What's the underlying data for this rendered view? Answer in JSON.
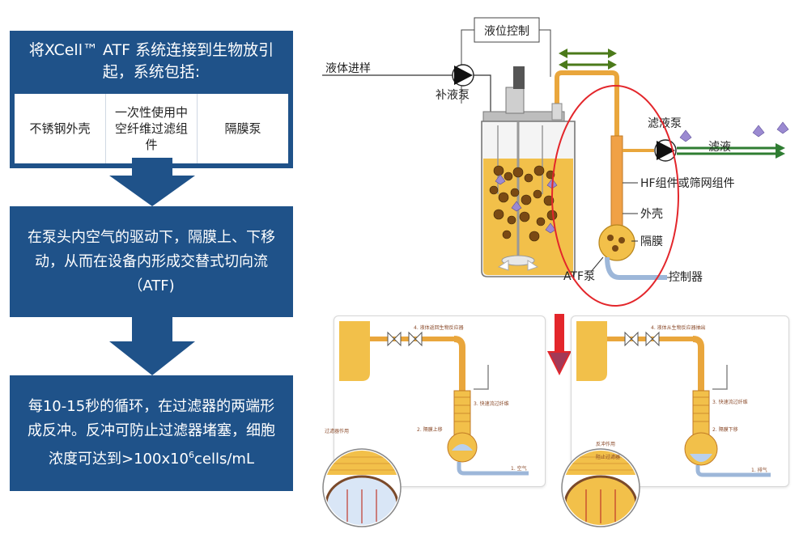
{
  "flow": {
    "step1": {
      "title": "将XCell™ ATF 系统连接到生物放引起，系统包括:",
      "components": [
        "不锈钢外壳",
        "一次性使用中空纤维过滤组件",
        "隔膜泵"
      ]
    },
    "step2": "在泵头内空气的驱动下，隔膜上、下移动，从而在设备内形成交替式切向流（ATF)",
    "step3": {
      "text_a": "每10-15秒的循环，在过滤器的两端形成反冲。反冲可防止过滤器堵塞，细胞浓度可达到>100x10",
      "superscript": "6",
      "text_b": "cells/mL"
    }
  },
  "schematic": {
    "level_control": "液位控制",
    "liquid_feed": "液体进样",
    "feed_pump": "补液泵",
    "filtrate_pump": "滤液泵",
    "filtrate": "滤液",
    "hf_module": "HF组件或筛网组件",
    "housing": "外壳",
    "diaphragm": "隔膜",
    "atf_pump": "ATF泵",
    "controller": "控制器"
  },
  "panels": {
    "left": {
      "label_return": "4. 液体返回生物反应器",
      "label_fiber": "3. 快速流过纤维",
      "label_diaphragm": "2. 隔膜上移",
      "label_air": "1. 空气",
      "label_inset": "过滤器作用"
    },
    "right": {
      "label_return": "4. 液体从生物反应器抽出",
      "label_fiber": "3. 快速流过纤维",
      "label_diaphragm": "2. 隔膜下移",
      "label_air": "1. 排气",
      "label_inset_a": "反冲作用",
      "label_inset_b": "阻止过滤器"
    }
  },
  "colors": {
    "flow_box": "#1f5289",
    "medium": "#f2c04a",
    "tube": "#e9a63c",
    "highlight_circle": "#e3262b",
    "down_arrow_red": "#e3262b",
    "arrow_green": "#2f7d32"
  }
}
